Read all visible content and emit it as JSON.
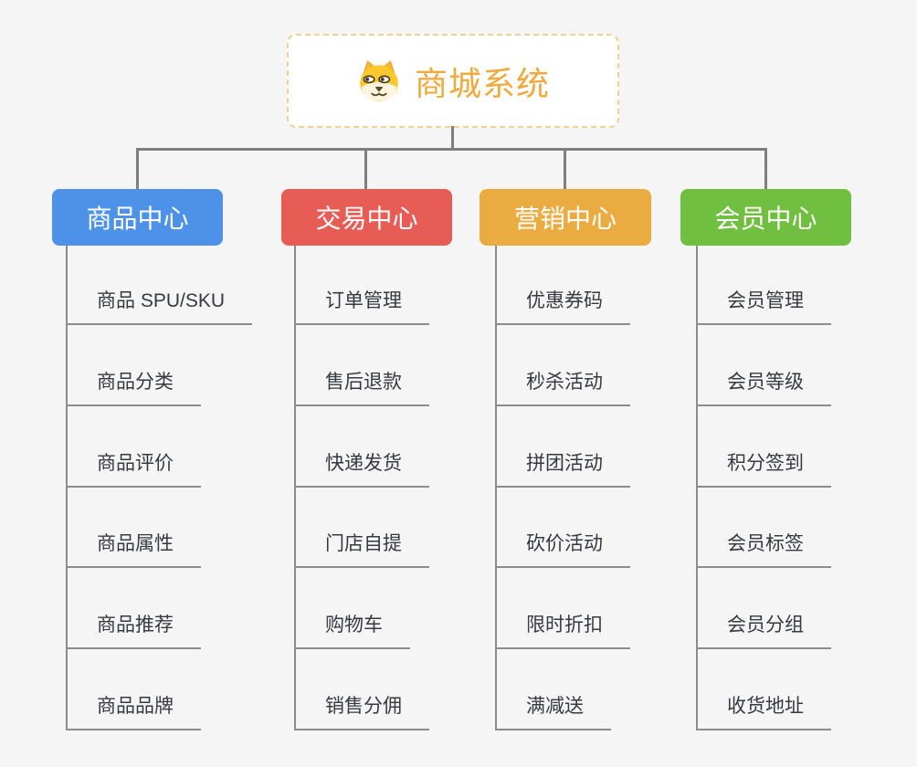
{
  "page": {
    "background_color": "#f5f5f6",
    "connector_color": "#7e7e7e",
    "leaf_line_color": "#8c8c8c"
  },
  "root": {
    "title": "商城系统",
    "icon": "dog-face-icon",
    "text_color": "#efa93d",
    "border_color": "#f6cf92",
    "background_color": "#ffffff"
  },
  "branches": [
    {
      "label": "商品中心",
      "color": "#4d92e8",
      "items": [
        "商品 SPU/SKU",
        "商品分类",
        "商品评价",
        "商品属性",
        "商品推荐",
        "商品品牌"
      ]
    },
    {
      "label": "交易中心",
      "color": "#e85c56",
      "items": [
        "订单管理",
        "售后退款",
        "快递发货",
        "门店自提",
        "购物车",
        "销售分佣"
      ]
    },
    {
      "label": "营销中心",
      "color": "#eaac40",
      "items": [
        "优惠券码",
        "秒杀活动",
        "拼团活动",
        "砍价活动",
        "限时折扣",
        "满减送"
      ]
    },
    {
      "label": "会员中心",
      "color": "#70bf41",
      "items": [
        "会员管理",
        "会员等级",
        "积分签到",
        "会员标签",
        "会员分组",
        "收货地址"
      ]
    }
  ]
}
